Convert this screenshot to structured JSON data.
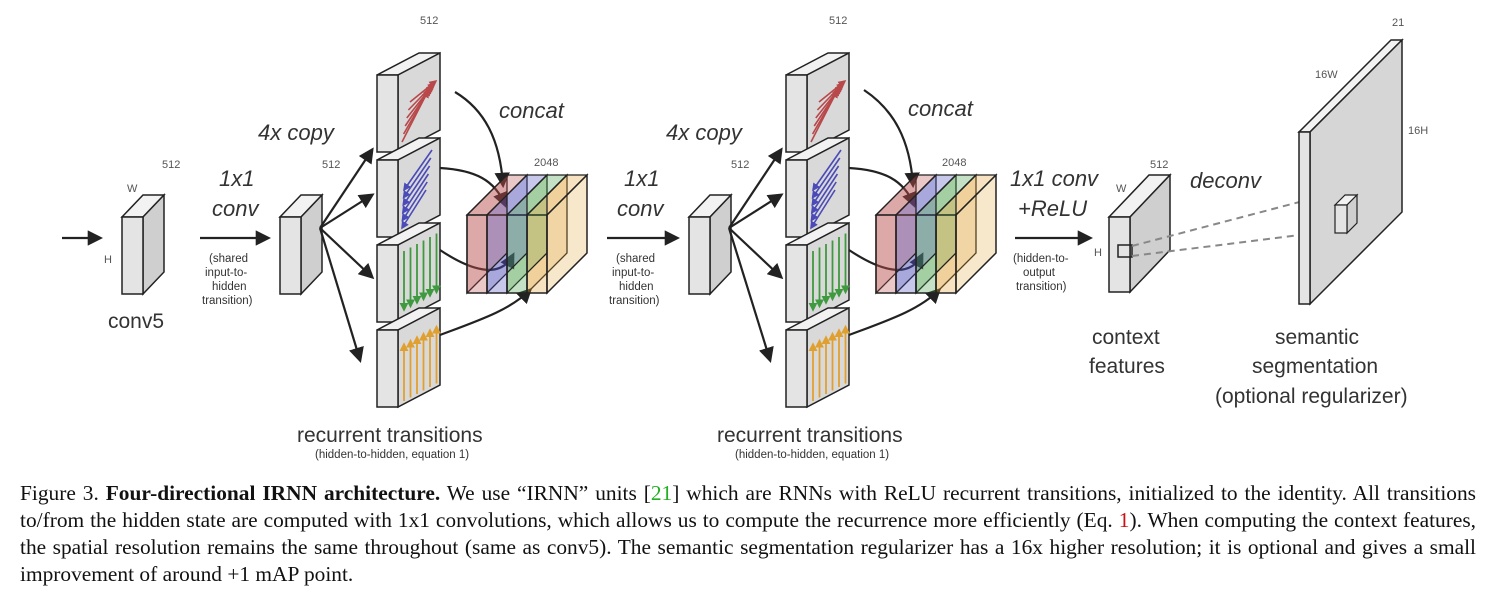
{
  "labels": {
    "conv5": "conv5",
    "dim_512": "512",
    "dim_2048": "2048",
    "dim_21": "21",
    "dim_w": "W",
    "dim_h": "H",
    "dim_16w": "16W",
    "dim_16h": "16H",
    "one_by_one_a": "1x1",
    "conv": "conv",
    "shared_1": "(shared",
    "shared_2": "input-to-",
    "shared_3": "hidden",
    "shared_4": "transition)",
    "copy4x": "4x copy",
    "concat": "concat",
    "recurrent": "recurrent transitions",
    "recurrent_sub": "(hidden-to-hidden, equation 1)",
    "conv_relu_1": "1x1 conv",
    "conv_relu_2": "+ReLU",
    "out_1": "(hidden-to-",
    "out_2": "output",
    "out_3": "transition)",
    "context_1": "context",
    "context_2": "features",
    "deconv": "deconv",
    "seg_1": "semantic",
    "seg_2": "segmentation",
    "seg_3": "(optional regularizer)"
  },
  "colors": {
    "red": "#b8484a",
    "blue": "#4a4ab8",
    "green": "#3f9a3f",
    "orange": "#e0a030",
    "block_face": "#e4e4e4",
    "block_edge": "#222222"
  },
  "caption": {
    "prefix": "Figure 3.",
    "title": "Four-directional IRNN architecture.",
    "t1": "We use “IRNN” units [",
    "ref21": "21",
    "t2": "] which are RNNs with ReLU recurrent transitions, initialized to the identity. All transitions to/from the hidden state are computed with 1x1 convolutions, which allows us to compute the recurrence more efficiently (Eq. ",
    "ref1": "1",
    "t3": "). When computing the context features, the spatial resolution remains the same throughout (same as conv5). The semantic segmentation regularizer has a 16x higher resolution; it is optional and gives a small improvement of around +1 mAP point."
  }
}
